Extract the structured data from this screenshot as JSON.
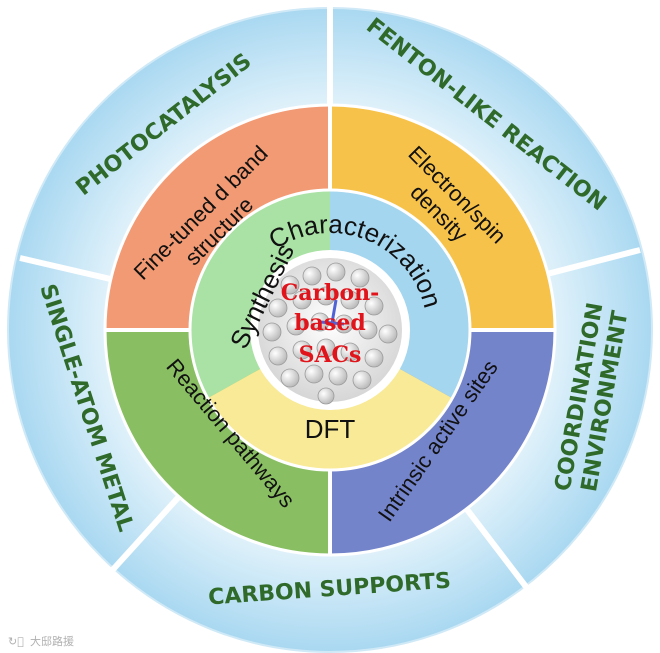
{
  "diagram": {
    "outer_ring": {
      "labels": [
        "PHOTOCATALYSIS",
        "FENTON-LIKE REACTION",
        "COORDINATION ENVIRONMENT",
        "CARBON SUPPORTS",
        "SINGLE-ATOM METAL"
      ]
    },
    "middle_ring": {
      "segments": [
        {
          "lines": [
            "Fine-tuned  d band",
            "structure"
          ],
          "color": "#f29a74"
        },
        {
          "lines": [
            "Electron/spin",
            "density"
          ],
          "color": "#f7c24a"
        },
        {
          "lines": [
            "Intrinsic active sites"
          ],
          "color": "#7484cb"
        },
        {
          "lines": [
            "Reaction  pathways"
          ],
          "color": "#89bf62"
        }
      ]
    },
    "inner_ring": {
      "labels": [
        "Synthesis",
        "Characterization",
        "DFT"
      ],
      "colors": [
        "#a9e2a4",
        "#a4d6ef",
        "#f8ea96"
      ]
    },
    "core": {
      "lines": [
        "Carbon-",
        "based",
        "SACs"
      ],
      "text_color": "#e0141a"
    }
  },
  "watermark": {
    "text": "大邸路援"
  },
  "colors": {
    "outer_ring": "#bfe3f5",
    "outer_divider": "#ffffff",
    "outer_text": "#2f6a2a"
  }
}
